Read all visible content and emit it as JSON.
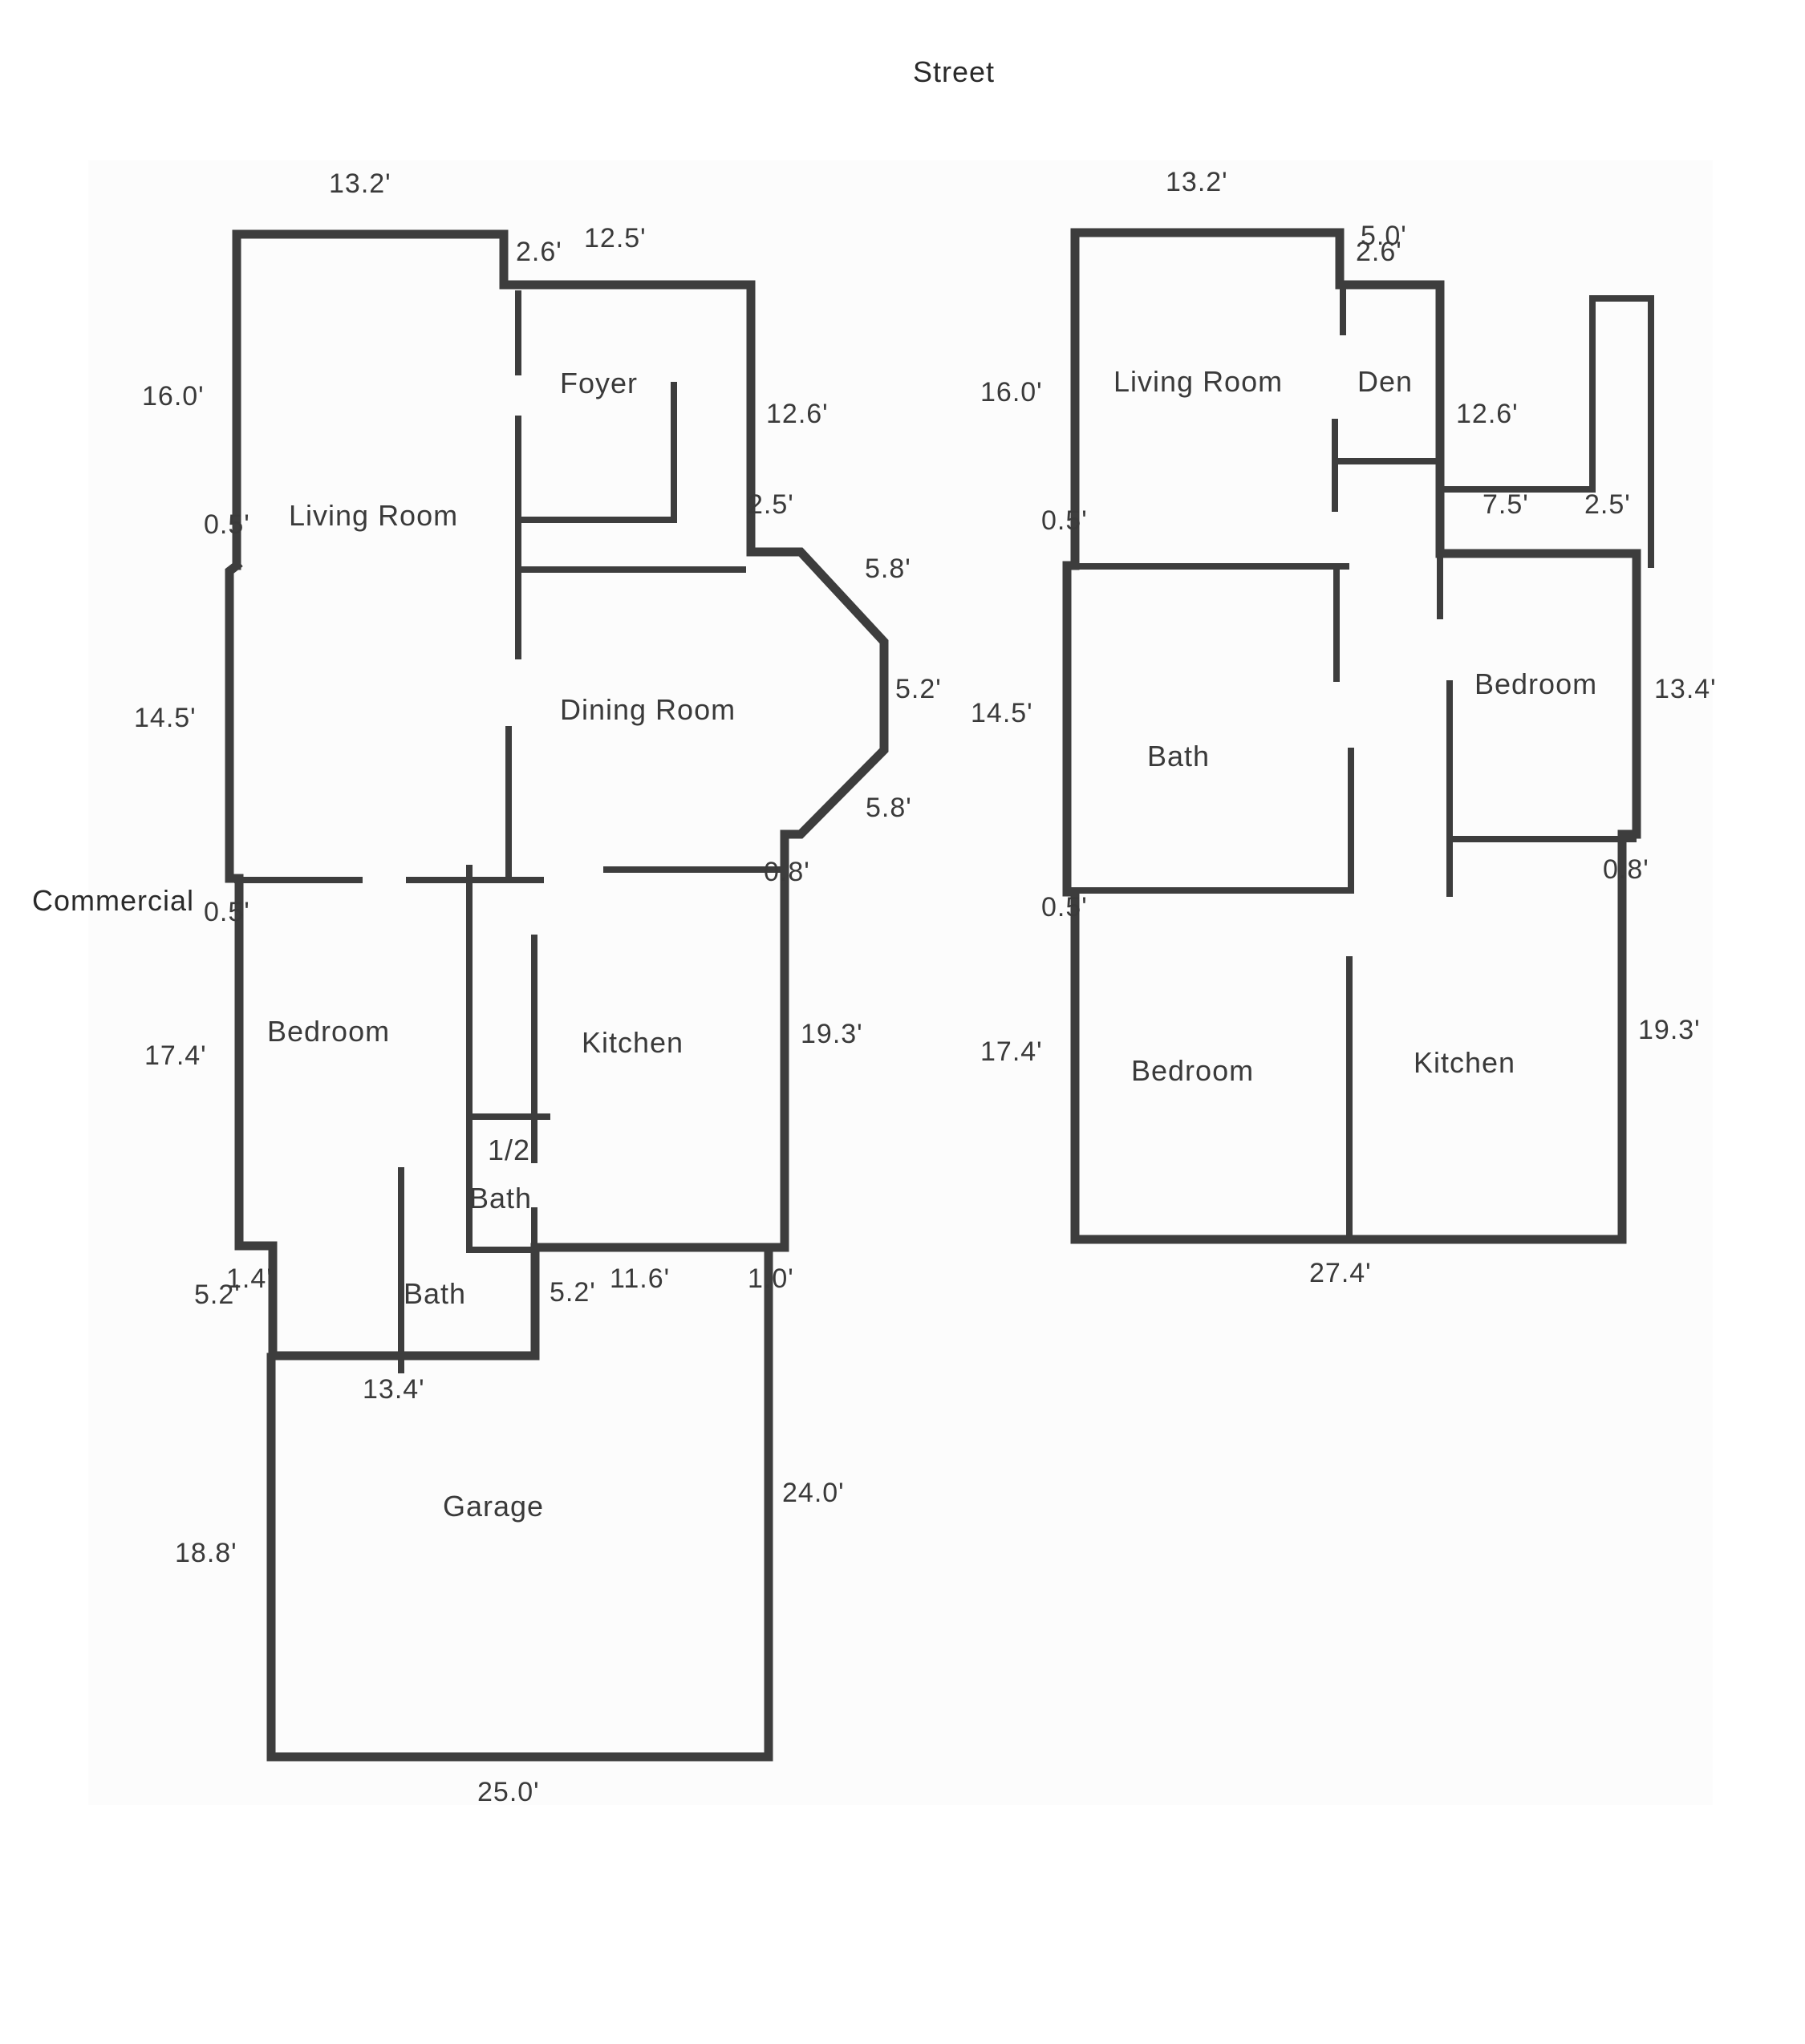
{
  "labels": {
    "street": "Street",
    "commercial": "Commercial"
  },
  "floor1": {
    "rooms": {
      "living_room": "Living Room",
      "foyer": "Foyer",
      "dining_room": "Dining Room",
      "bedroom": "Bedroom",
      "kitchen": "Kitchen",
      "half_bath_line1": "1/2",
      "half_bath_line2": "Bath",
      "bath": "Bath",
      "garage": "Garage"
    },
    "dimensions": {
      "top_left": "13.2'",
      "top_step": "2.6'",
      "top_right": "12.5'",
      "left_upper": "16.0'",
      "right_upper": "12.6'",
      "left_offset": "0.5'",
      "right_step": "2.5'",
      "bay_upper": "5.8'",
      "bay_middle": "5.2'",
      "bay_lower": "5.8'",
      "left_middle": "14.5'",
      "right_offset": "0.8'",
      "left_offset_lower": "0.5'",
      "left_lower": "17.4'",
      "right_lower": "19.3'",
      "bottom_left_step": "5.2'",
      "bottom_left_small": "1.4'",
      "bottom_inner_step": "5.2'",
      "bottom_middle": "11.6'",
      "bottom_right_step": "1.0'",
      "bath_bottom": "13.4'",
      "garage_right": "24.0'",
      "garage_left": "18.8'",
      "garage_bottom": "25.0'"
    }
  },
  "floor2": {
    "rooms": {
      "living_room": "Living Room",
      "den": "Den",
      "bath": "Bath",
      "bedroom_upper": "Bedroom",
      "bedroom_lower": "Bedroom",
      "kitchen": "Kitchen"
    },
    "dimensions": {
      "top_left": "13.2'",
      "top_step_a": "5.0'",
      "top_step_b": "2.6'",
      "left_upper": "16.0'",
      "right_upper": "12.6'",
      "left_offset": "0.5'",
      "inner_step": "7.5'",
      "right_step": "2.5'",
      "left_middle": "14.5'",
      "right_middle": "13.4'",
      "right_offset": "0.8'",
      "left_offset_lower": "0.5'",
      "left_lower": "17.4'",
      "right_lower": "19.3'",
      "bottom": "27.4'"
    }
  }
}
